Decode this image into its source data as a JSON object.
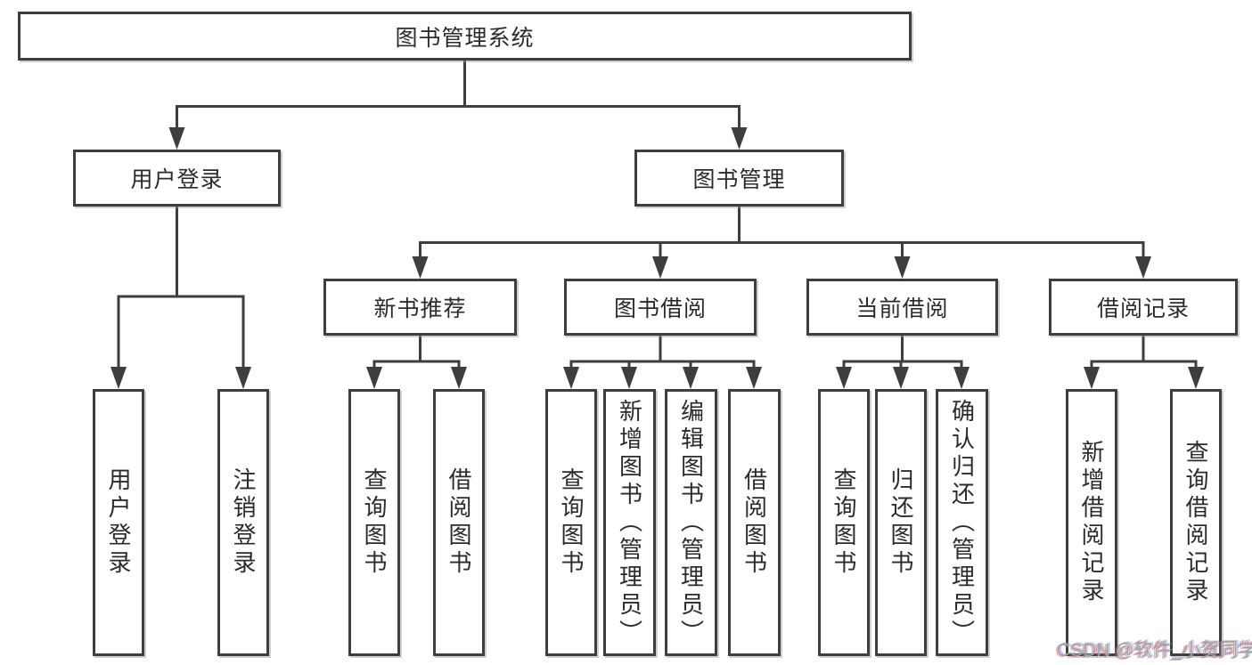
{
  "diagram": {
    "root": {
      "label": "图书管理系统"
    },
    "branches": [
      {
        "label": "用户登录",
        "children": [
          {
            "label": "用户登录"
          },
          {
            "label": "注销登录"
          }
        ]
      },
      {
        "label": "图书管理",
        "groups": [
          {
            "label": "新书推荐",
            "children": [
              {
                "label": "查询图书"
              },
              {
                "label": "借阅图书"
              }
            ]
          },
          {
            "label": "图书借阅",
            "children": [
              {
                "label": "查询图书"
              },
              {
                "label": "新增图书（管理员）"
              },
              {
                "label": "编辑图书（管理员）"
              },
              {
                "label": "借阅图书"
              }
            ]
          },
          {
            "label": "当前借阅",
            "children": [
              {
                "label": "查询图书"
              },
              {
                "label": "归还图书"
              },
              {
                "label": "确认归还（管理员）"
              }
            ]
          },
          {
            "label": "借阅记录",
            "children": [
              {
                "label": "新增借阅记录"
              },
              {
                "label": "查询借阅记录"
              }
            ]
          }
        ]
      }
    ]
  },
  "watermark": {
    "text": "CSDN @软件_小贺同学"
  },
  "colors": {
    "line": "#3e3e3e",
    "box_border": "#3e3e3e",
    "text": "#2b2b2b",
    "background": "#ffffff",
    "watermark": "#a3a3a3"
  }
}
